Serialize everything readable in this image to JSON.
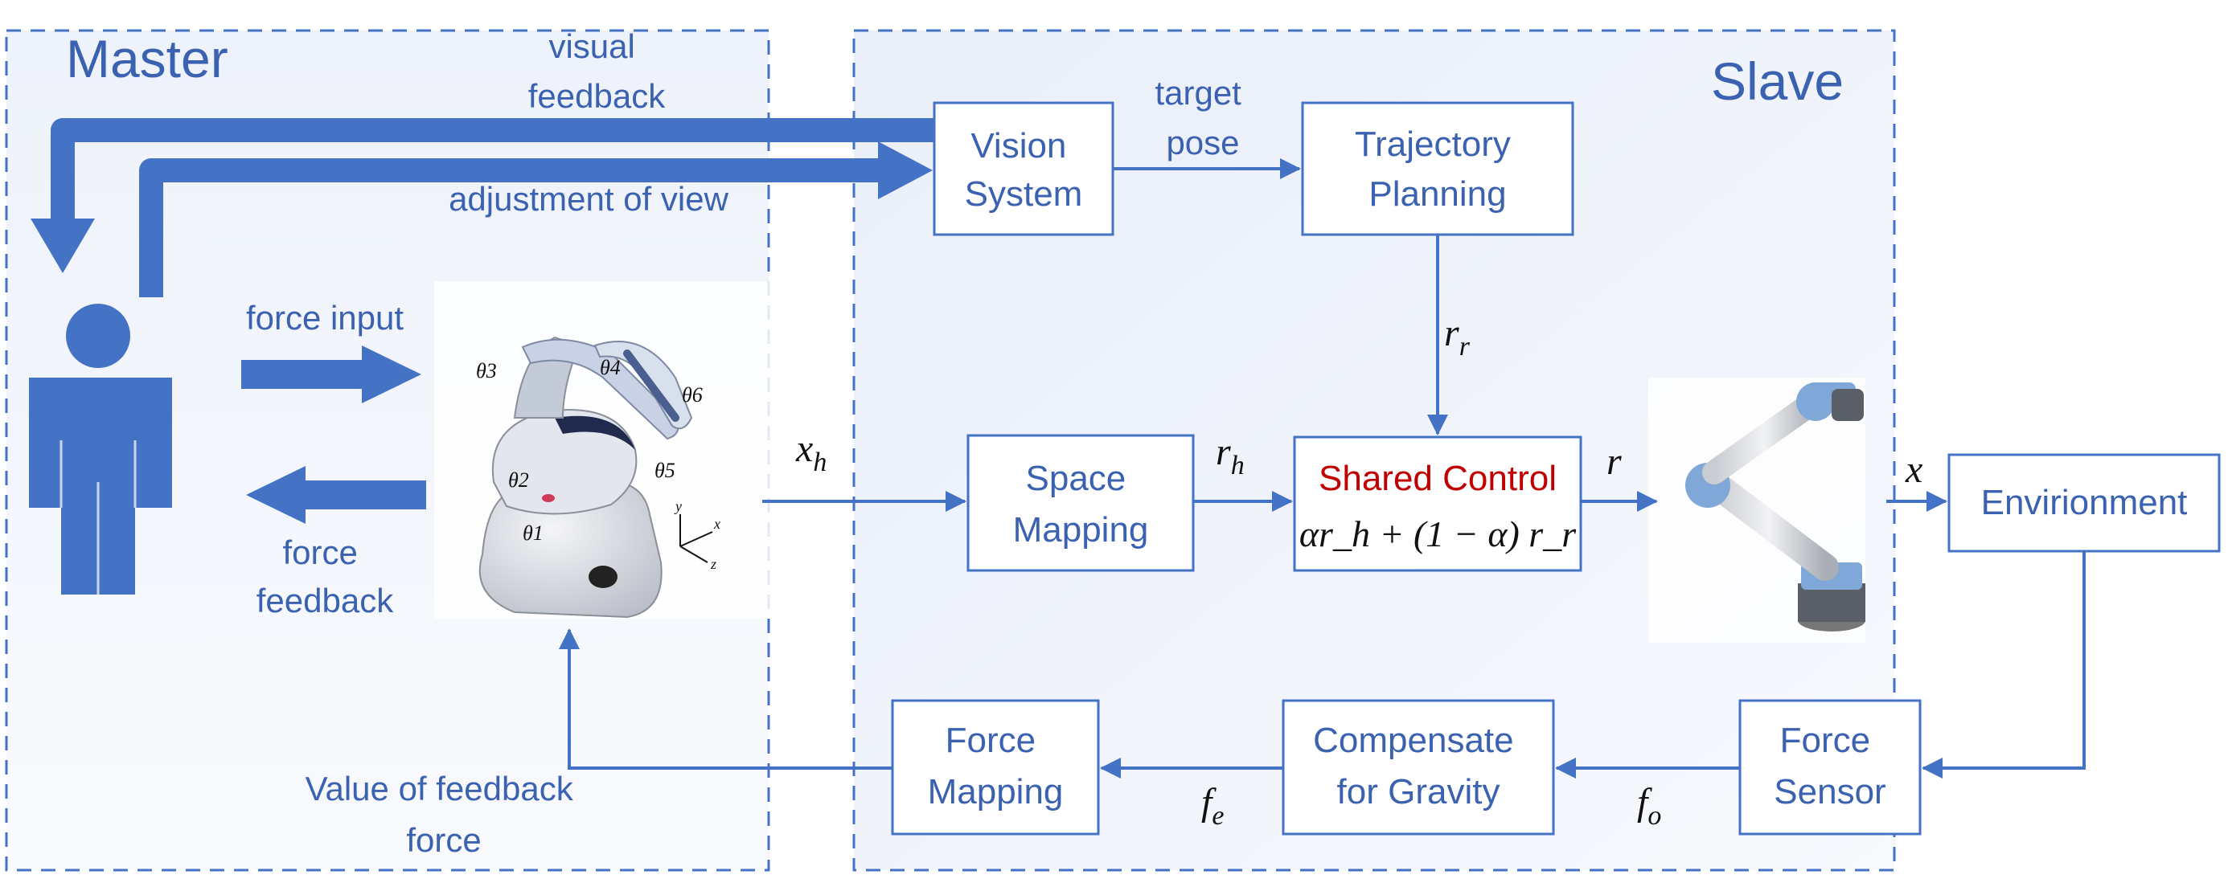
{
  "regions": {
    "master": "Master",
    "slave": "Slave"
  },
  "labels": {
    "visual_feedback": [
      "visual",
      "feedback"
    ],
    "adjustment_of_view": "adjustment of view",
    "force_input": "force input",
    "force_feedback": [
      "force",
      "feedback"
    ],
    "value_feedback_force": [
      "Value of feedback",
      "force"
    ],
    "target_pose": [
      "target",
      "pose"
    ]
  },
  "boxes": {
    "vision_system": [
      "Vision",
      "System"
    ],
    "trajectory_planning": [
      "Trajectory",
      "Planning"
    ],
    "space_mapping": [
      "Space",
      "Mapping"
    ],
    "shared_control": {
      "title": "Shared Control",
      "formula": "αr_h + (1 − α) r_r"
    },
    "environment": "Envirionment",
    "force_sensor": [
      "Force",
      "Sensor"
    ],
    "compensate_gravity": [
      "Compensate",
      "for Gravity"
    ],
    "force_mapping": [
      "Force",
      "Mapping"
    ]
  },
  "signals": {
    "x_h": {
      "base": "x",
      "sub": "h"
    },
    "r_r": {
      "base": "r",
      "sub": "r"
    },
    "r_h": {
      "base": "r",
      "sub": "h"
    },
    "r": "r",
    "x": "x",
    "f_e": {
      "base": "f",
      "sub": "e"
    },
    "f_o": {
      "base": "f",
      "sub": "o"
    }
  },
  "haptic_device_joints": [
    "θ1",
    "θ2",
    "θ3",
    "θ4",
    "θ5",
    "θ6"
  ],
  "haptic_axes": [
    "y",
    "x",
    "z"
  ],
  "colors": {
    "accent": "#4472c4",
    "text": "#3b62b0",
    "shared_control_title": "#c00000",
    "region_fill": "#eef2fa"
  }
}
